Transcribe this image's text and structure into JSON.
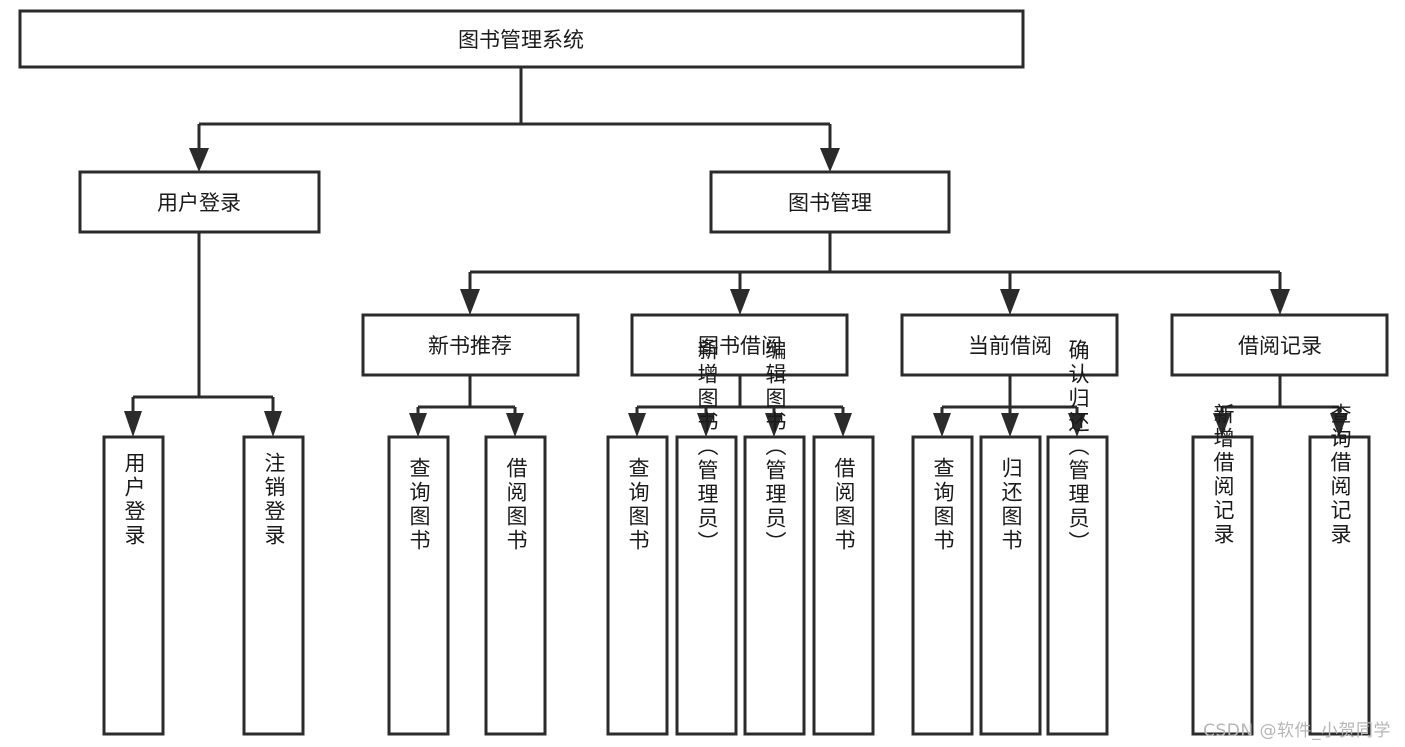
{
  "diagram": {
    "title": "图书管理系统",
    "type": "tree-hierarchy-diagram",
    "root": {
      "id": "root",
      "label": "图书管理系统"
    },
    "level2": [
      {
        "id": "user-login",
        "label": "用户登录"
      },
      {
        "id": "book-manage",
        "label": "图书管理"
      }
    ],
    "level3": [
      {
        "id": "new-book-recommend",
        "label": "新书推荐",
        "parent": "book-manage"
      },
      {
        "id": "book-borrow",
        "label": "图书借阅",
        "parent": "book-manage"
      },
      {
        "id": "current-borrow",
        "label": "当前借阅",
        "parent": "book-manage"
      },
      {
        "id": "borrow-record",
        "label": "借阅记录",
        "parent": "book-manage"
      }
    ],
    "leaves": {
      "user-login": [
        {
          "id": "leaf-user-login",
          "label": "用户登录"
        },
        {
          "id": "leaf-user-logout",
          "label": "注销登录"
        }
      ],
      "new-book-recommend": [
        {
          "id": "leaf-query-book-1",
          "label": "查询图书"
        },
        {
          "id": "leaf-borrow-book-1",
          "label": "借阅图书"
        }
      ],
      "book-borrow": [
        {
          "id": "leaf-query-book-2",
          "label": "查询图书"
        },
        {
          "id": "leaf-add-book",
          "label": "新增图书（管理员）"
        },
        {
          "id": "leaf-edit-book",
          "label": "编辑图书（管理员）"
        },
        {
          "id": "leaf-borrow-book-2",
          "label": "借阅图书"
        }
      ],
      "current-borrow": [
        {
          "id": "leaf-query-book-3",
          "label": "查询图书"
        },
        {
          "id": "leaf-return-book",
          "label": "归还图书"
        },
        {
          "id": "leaf-confirm-return",
          "label": "确认归还（管理员）"
        }
      ],
      "borrow-record": [
        {
          "id": "leaf-add-record",
          "label": "新增借阅记录"
        },
        {
          "id": "leaf-query-record",
          "label": "查询借阅记录"
        }
      ]
    },
    "colors": {
      "stroke": "#2b2b2b",
      "fill": "#ffffff",
      "text": "#1a1a1a",
      "watermark": "#b6b6b6",
      "background": "#ffffff"
    }
  },
  "watermark": {
    "text": "CSDN @软件_小贺同学"
  }
}
